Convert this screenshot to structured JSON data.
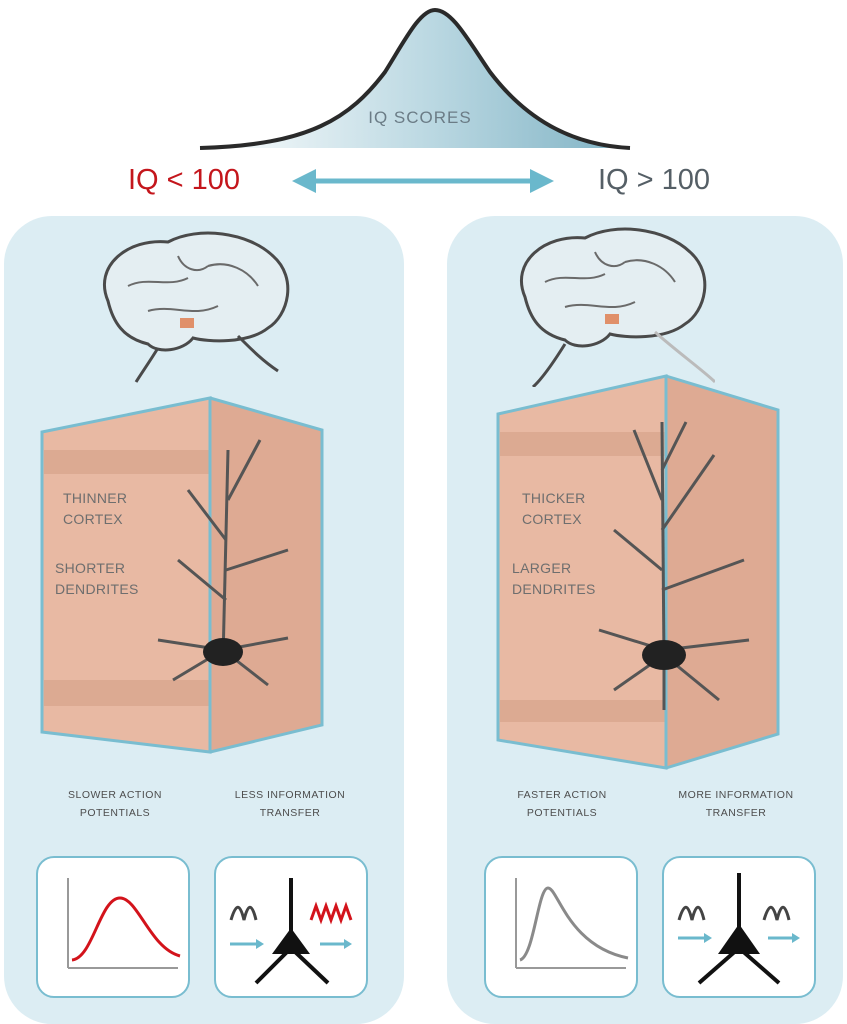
{
  "bell": {
    "label": "IQ SCORES"
  },
  "headers": {
    "low": "IQ < 100",
    "high": "IQ > 100"
  },
  "left_panel": {
    "cortex_label": "THINNER CORTEX",
    "dendrite_label": "SHORTER DENDRITES",
    "ap_label": "SLOWER ACTION POTENTIALS",
    "transfer_label": "LESS INFORMATION TRANSFER"
  },
  "right_panel": {
    "cortex_label": "THICKER CORTEX",
    "dendrite_label": "LARGER DENDRITES",
    "ap_label": "FASTER ACTION POTENTIALS",
    "transfer_label": "MORE INFORMATION TRANSFER"
  },
  "colors": {
    "panel_bg": "#dcedf3",
    "cortex_fill": "#e8b9a3",
    "panel_border": "#79bdd0",
    "low_iq": "#c4161c",
    "arrow": "#6ab8cc",
    "trace_slow": "#d3131b"
  },
  "icons": [
    "double-arrow-icon",
    "brain-icon",
    "neuron-icon",
    "action-potential-trace-icon",
    "signal-wave-icon"
  ]
}
